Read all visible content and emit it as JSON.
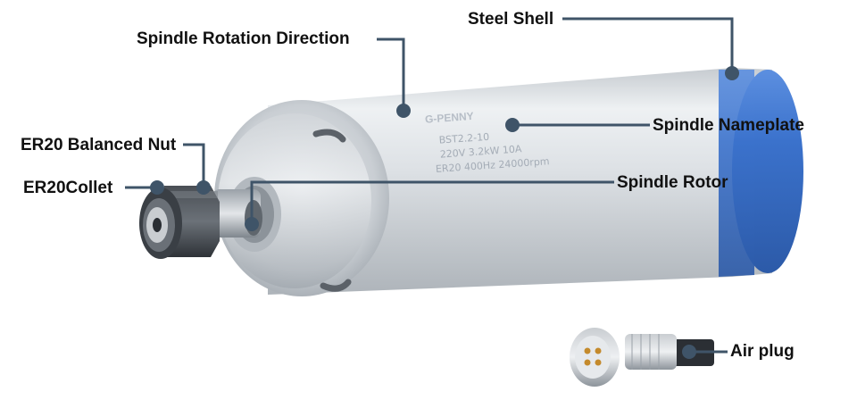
{
  "labels": {
    "steel_shell": "Steel Shell",
    "rotation_direction": "Spindle Rotation Direction",
    "nameplate": "Spindle Nameplate",
    "balanced_nut": "ER20 Balanced Nut",
    "collet": "ER20Collet",
    "rotor": "Spindle Rotor",
    "air_plug": "Air plug"
  },
  "nameplate": {
    "brand": "G-PENNY",
    "model": "BST2.2-10",
    "rating": "220V 3.2kW 10A",
    "spec": "ER20 400Hz 24000rpm"
  },
  "colors": {
    "callout": "#3f5468",
    "end_cap": "#3f76cf",
    "body_metal": "#d6dade",
    "plug_dark": "#2b2f34"
  }
}
